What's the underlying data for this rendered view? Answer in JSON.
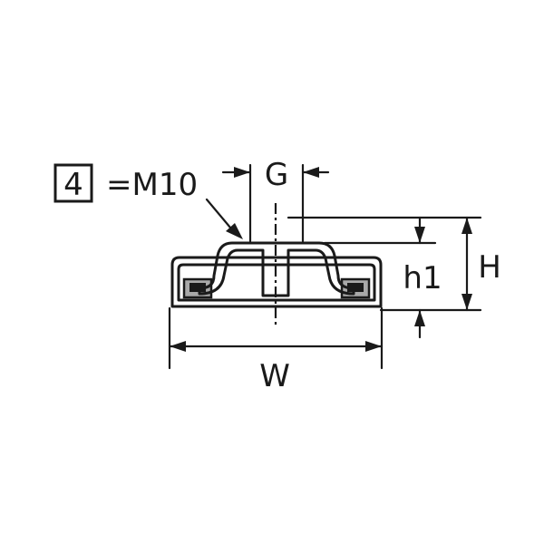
{
  "callout": {
    "number": "4",
    "text": "=M10"
  },
  "dimensions": {
    "gap": "G",
    "height_total": "H",
    "height_inner": "h1",
    "width": "W"
  },
  "colors": {
    "line": "#1a1a1a",
    "insert_fill": "#a9a9a9",
    "background": "#ffffff"
  }
}
